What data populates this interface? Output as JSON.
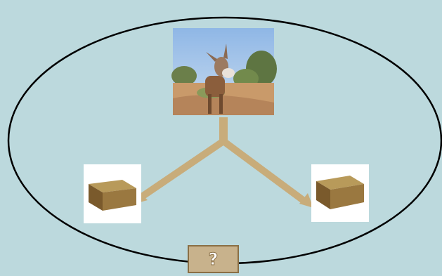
{
  "diagram": {
    "center_label": "?",
    "colors": {
      "background": "#bcd9dd",
      "ellipse_stroke": "#000000",
      "arrow": "#c8ac7a",
      "question_box": "#c8b28c",
      "question_border": "#8a6f45"
    },
    "nodes": [
      {
        "icon": "donkey-photo",
        "role": "top"
      },
      {
        "icon": "hay-bale-photo",
        "role": "left"
      },
      {
        "icon": "hay-bale-photo",
        "role": "right"
      }
    ]
  }
}
